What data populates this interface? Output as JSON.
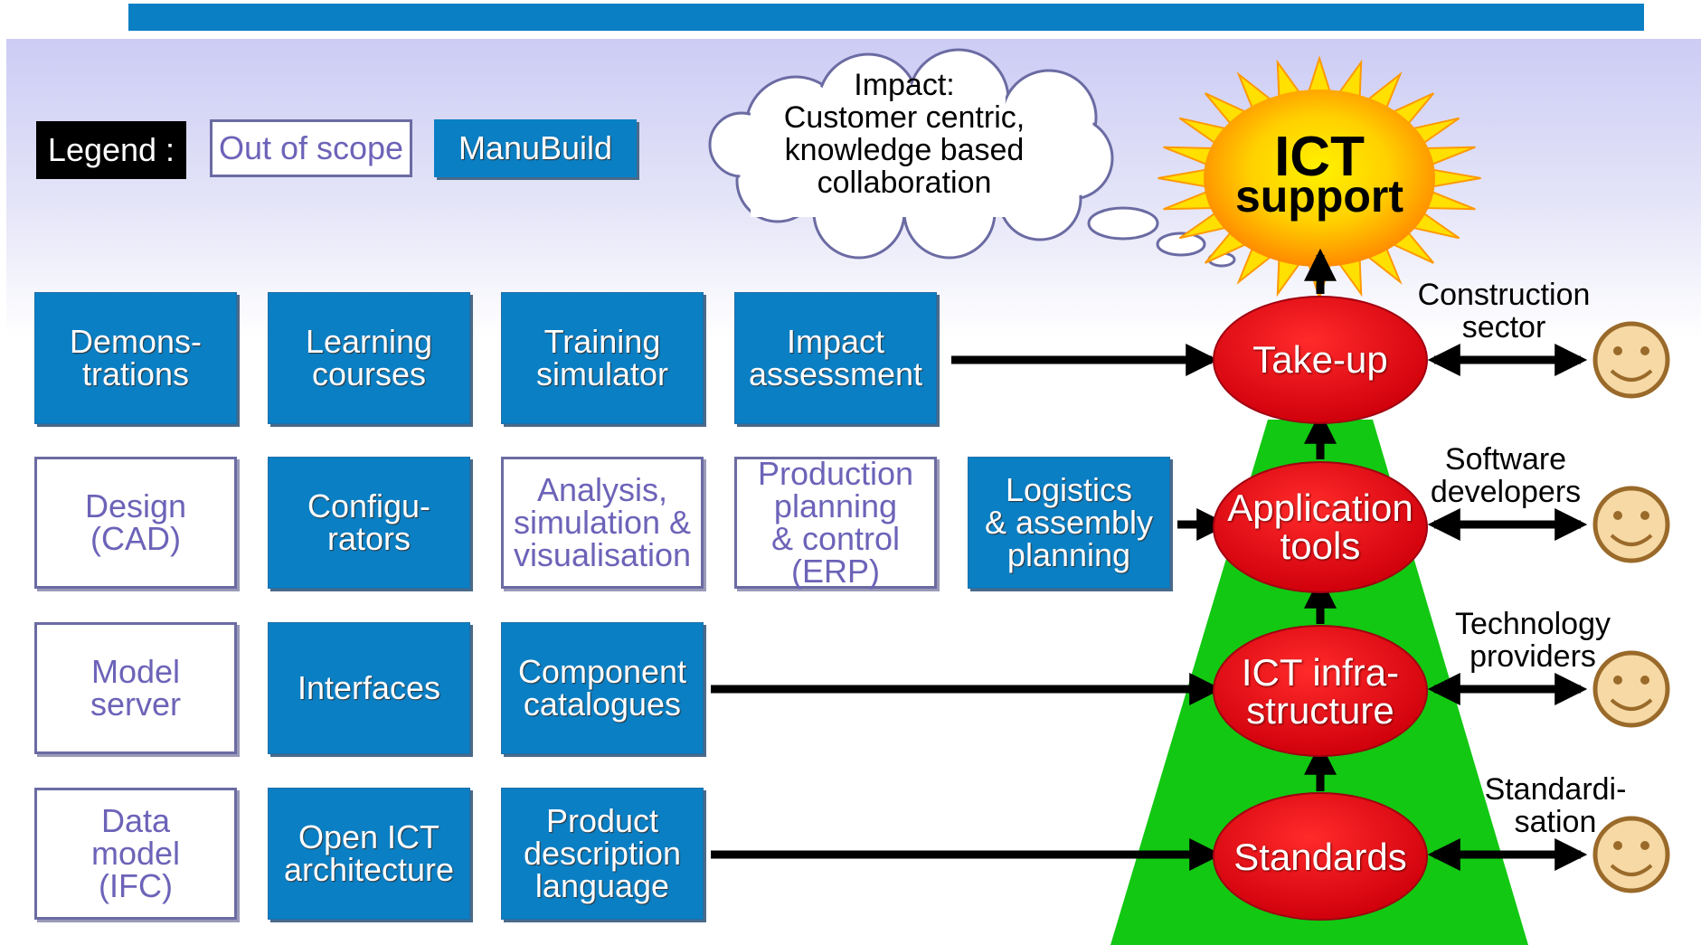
{
  "legend": {
    "label": "Legend :",
    "out_of_scope": "Out of scope",
    "manubuild": "ManuBuild"
  },
  "cloud": {
    "text": "Impact:\nCustomer centric,\nknowledge based\ncollaboration"
  },
  "sun": {
    "line1": "ICT",
    "line2": "support"
  },
  "boxes": {
    "demonstrations": "Demons-\ntrations",
    "learning_courses": "Learning\ncourses",
    "training_simulator": "Training\nsimulator",
    "impact_assessment": "Impact\nassessment",
    "design_cad": "Design\n(CAD)",
    "configurators": "Configu-\nrators",
    "analysis": "Analysis,\nsimulation &\nvisualisation",
    "production_planning": "Production\nplanning\n& control\n(ERP)",
    "logistics": "Logistics\n& assembly\nplanning",
    "model_server": "Model\nserver",
    "interfaces": "Interfaces",
    "component_catalogues": "Component\ncatalogues",
    "data_model": "Data\nmodel\n(IFC)",
    "open_ict": "Open ICT\narchitecture",
    "product_description": "Product\ndescription\nlanguage"
  },
  "levels": {
    "take_up": "Take-up",
    "application_tools": "Application\ntools",
    "ict_infrastructure": "ICT infra-\nstructure",
    "standards": "Standards"
  },
  "stakeholders": {
    "construction": "Construction\nsector",
    "software": "Software\ndevelopers",
    "technology": "Technology\nproviders",
    "standardisation": "Standardi-\nsation"
  },
  "colors": {
    "manubuild_blue": "#0a7fc4",
    "out_of_scope_border": "#6b6ba3",
    "out_of_scope_text": "#6c63b8",
    "ellipse_red": "#e8101a",
    "pyramid_green": "#12c812",
    "sun_yellow": "#ffe000",
    "smiley_face": "#f6d9a5"
  },
  "icons": {
    "sun": "sun-icon",
    "cloud": "thought-cloud-icon",
    "smiley": "smiley-face-icon",
    "arrow": "arrow-icon"
  }
}
